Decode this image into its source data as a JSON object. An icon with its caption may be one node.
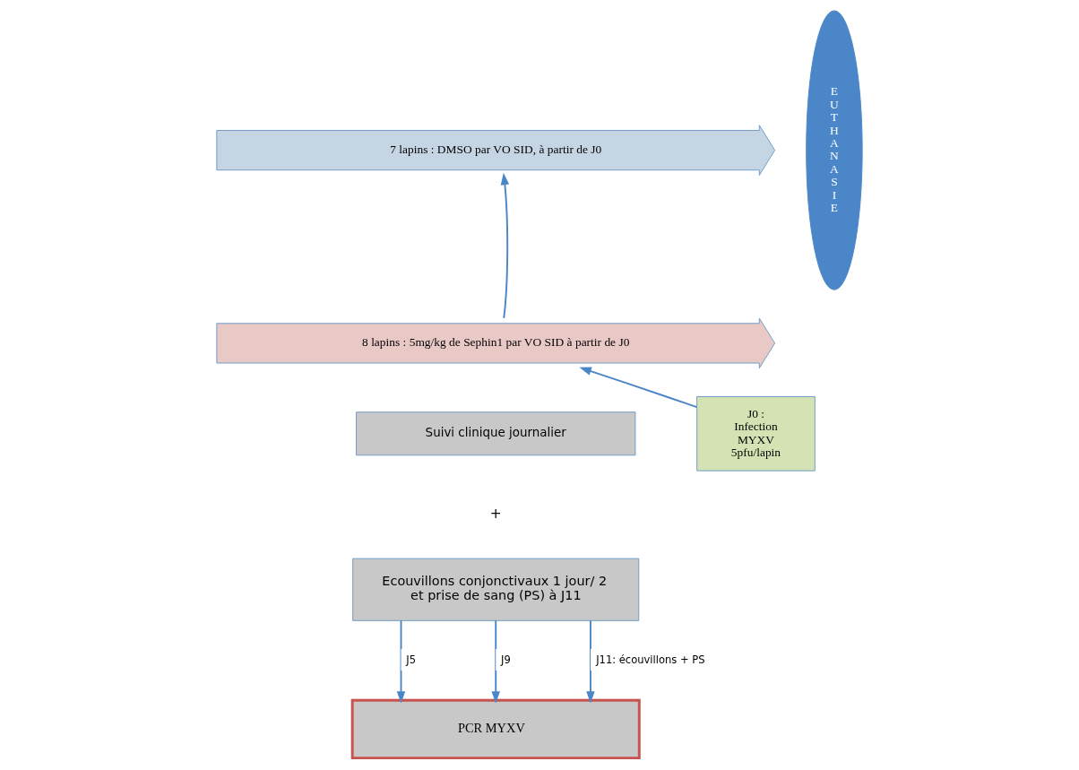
{
  "diagram": {
    "nodes": [
      {
        "text": [
          "7 lapins : DMSO par VO SID, à partir de J0"
        ]
      },
      {
        "text": [
          "8 lapins : 5mg/kg de Sephin1 par VO SID à partir de J0"
        ]
      },
      {
        "text": [
          "EUTHANASIE"
        ]
      },
      {
        "text": [
          "Suivi clinique journalier"
        ]
      },
      {
        "text": [
          "Ecouvillons conjonctivaux 1 jour/ 2 et prise de sang (PS) à J11"
        ]
      },
      {
        "text": [
          "J0 : Infection MYXV 5pfu/lapin"
        ]
      },
      {
        "text": [
          "PCR MYXV"
        ]
      }
    ],
    "edges": [
      {
        "from": 5,
        "to": 1,
        "arrow": "to"
      },
      {
        "from": 1,
        "to": 0,
        "arrow": "to"
      },
      {
        "from": 4,
        "to": 6,
        "arrow": "to",
        "label": "J5"
      },
      {
        "from": 4,
        "to": 6,
        "arrow": "to",
        "label": "J9"
      },
      {
        "from": 4,
        "to": 6,
        "arrow": "to",
        "label": "J11: écouvillons + PS"
      }
    ],
    "labels": [
      "+"
    ]
  }
}
